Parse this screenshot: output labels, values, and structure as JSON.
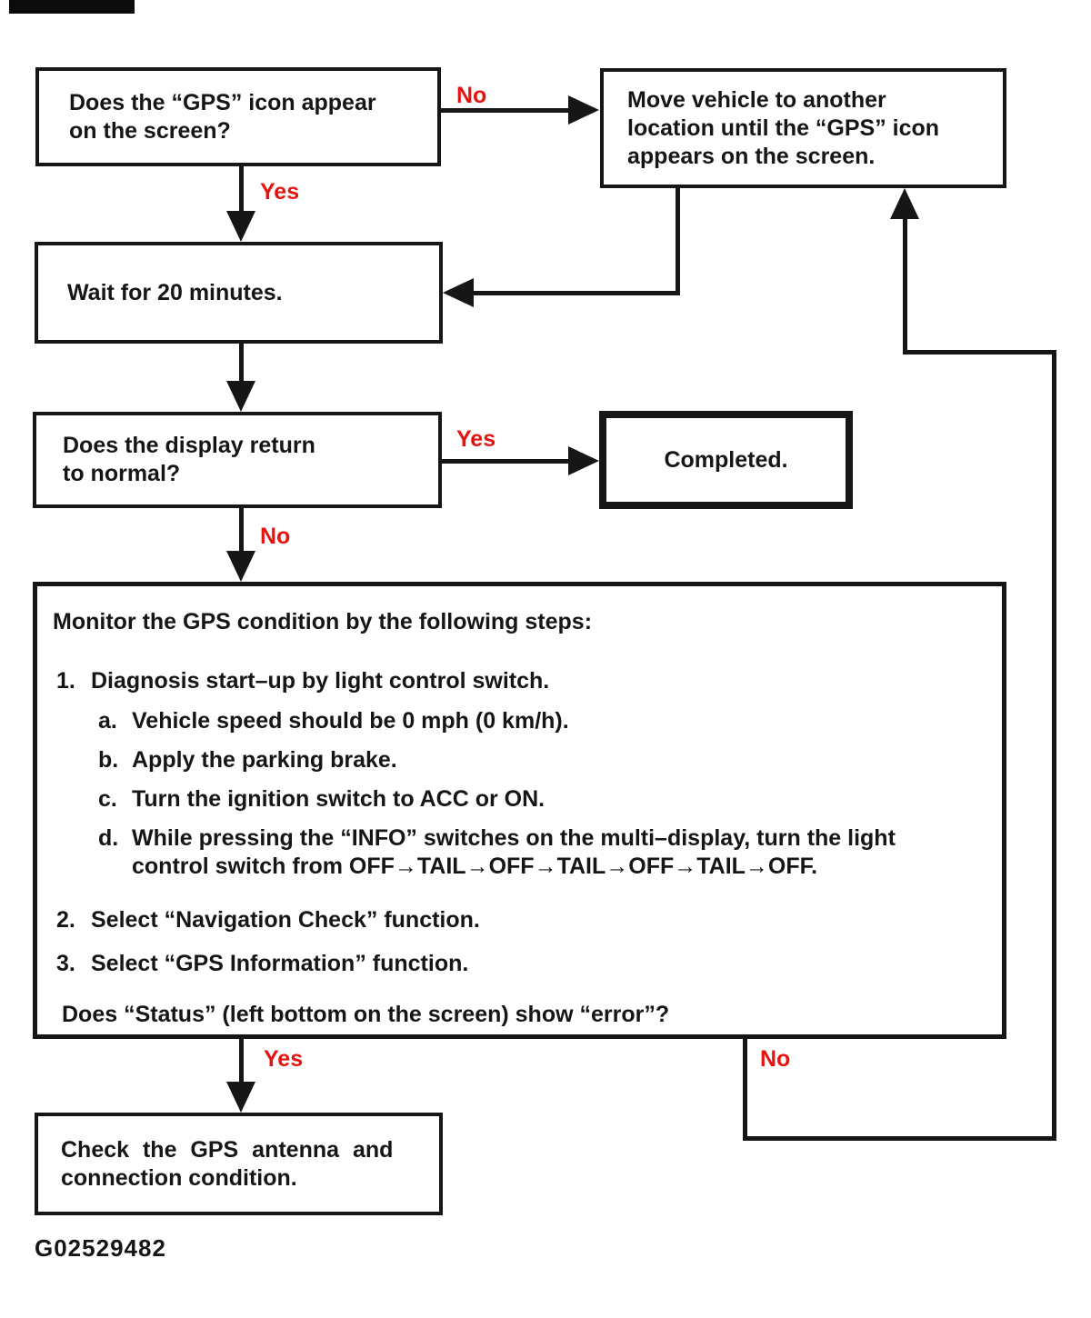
{
  "colors": {
    "ink": "#161616",
    "label_red": "#e8120f"
  },
  "figure_id": "G02529482",
  "nodes": {
    "gps_icon_question": {
      "lines": [
        "Does the “GPS” icon appear",
        "on the screen?"
      ]
    },
    "move_vehicle": {
      "lines": [
        "Move vehicle to another",
        "location until the “GPS” icon",
        "appears on the screen."
      ]
    },
    "wait": {
      "lines": [
        "Wait for 20 minutes."
      ]
    },
    "display_question": {
      "lines": [
        "Does the display return",
        "to normal?"
      ]
    },
    "completed": {
      "lines": [
        "Completed."
      ]
    },
    "check_antenna": {
      "lines": [
        "Check the GPS antenna and",
        "connection condition."
      ]
    }
  },
  "monitor": {
    "heading": "Monitor the GPS condition by the following steps:",
    "item1": {
      "num": "1.",
      "text": "Diagnosis start–up by light control switch."
    },
    "sub_a": {
      "num": "a.",
      "lines": [
        "Vehicle speed should be 0 mph (0 km/h)."
      ]
    },
    "sub_b": {
      "num": "b.",
      "lines": [
        "Apply the parking brake."
      ]
    },
    "sub_c": {
      "num": "c.",
      "lines": [
        "Turn the ignition switch to ACC or ON."
      ]
    },
    "sub_d": {
      "num": "d.",
      "lines": [
        "While pressing the “INFO” switches on the multi–display, turn the light",
        "control switch from OFF→TAIL→OFF→TAIL→OFF→TAIL→OFF."
      ]
    },
    "item2": {
      "num": "2.",
      "text": "Select “Navigation Check” function."
    },
    "item3": {
      "num": "3.",
      "text": "Select “GPS Information” function."
    },
    "question": "Does “Status” (left bottom on the screen) show “error”?"
  },
  "edge_labels": {
    "no_top": "No",
    "yes_top": "Yes",
    "yes_mid": "Yes",
    "no_mid": "No",
    "yes_bottom": "Yes",
    "no_bottom": "No"
  }
}
